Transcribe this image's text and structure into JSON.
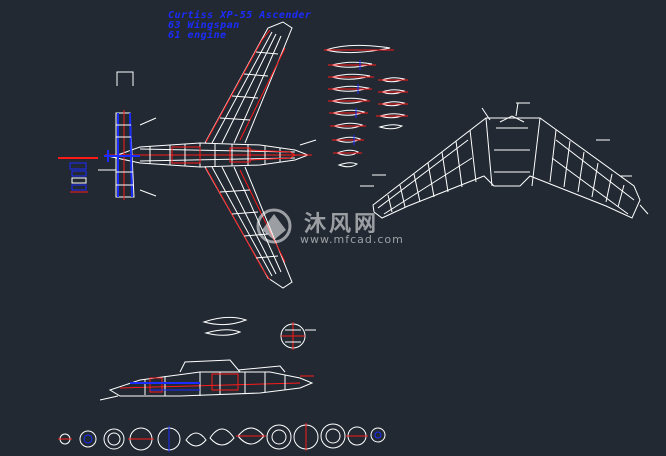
{
  "title": {
    "line1": "Curtiss XP-55 Ascender",
    "line2": "63 Wingspan",
    "line3": " 61 engine"
  },
  "watermark": {
    "text": "沐风网",
    "url": "www.mfcad.com"
  },
  "colors": {
    "background": "#222933",
    "lines": "#ffffff",
    "dimension_red": "#ff1a1a",
    "dimension_blue": "#1a2cff"
  },
  "drawing": {
    "views": [
      "top-view",
      "wing-planform",
      "side-view",
      "airfoil-sections",
      "bulkhead-formers"
    ]
  }
}
